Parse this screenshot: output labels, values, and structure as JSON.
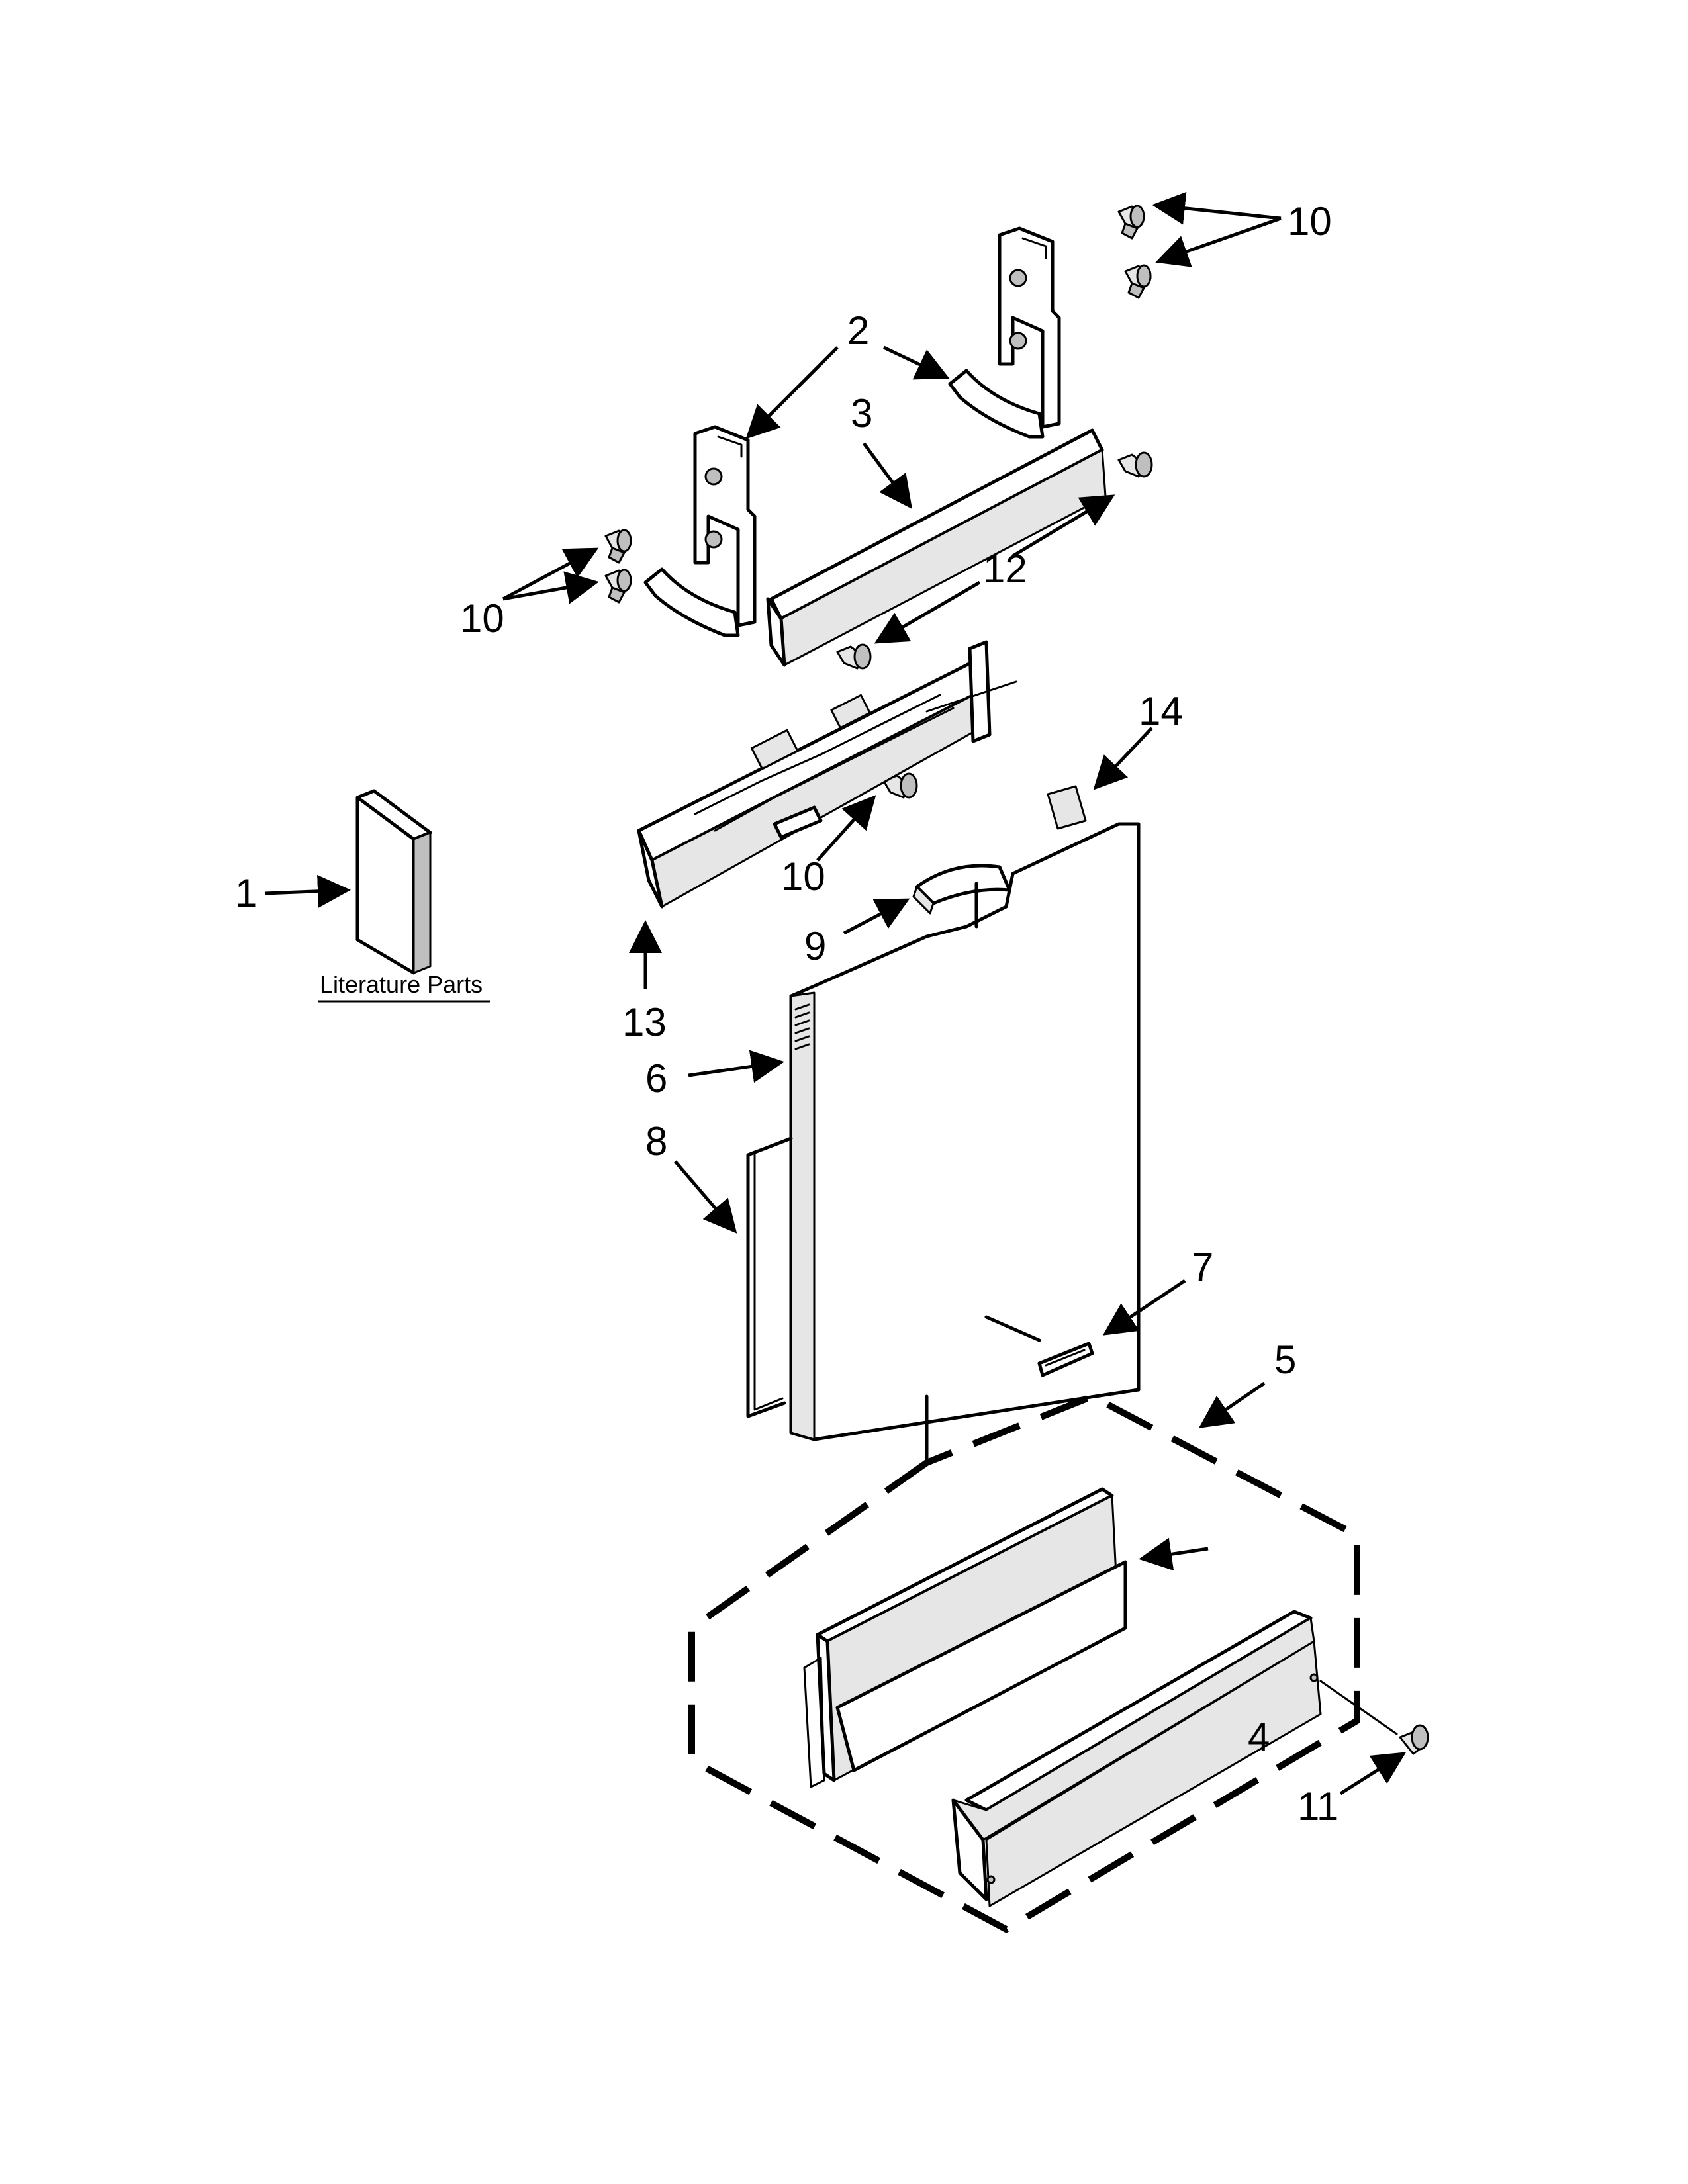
{
  "callouts": {
    "c1": "1",
    "c2": "2",
    "c3": "3",
    "c4": "4",
    "c5": "5",
    "c6": "6",
    "c7": "7",
    "c8": "8",
    "c9": "9",
    "c10a": "10",
    "c10b": "10",
    "c10c": "10",
    "c11": "11",
    "c12": "12",
    "c13": "13",
    "c14": "14"
  },
  "literature_label": "Literature Parts"
}
